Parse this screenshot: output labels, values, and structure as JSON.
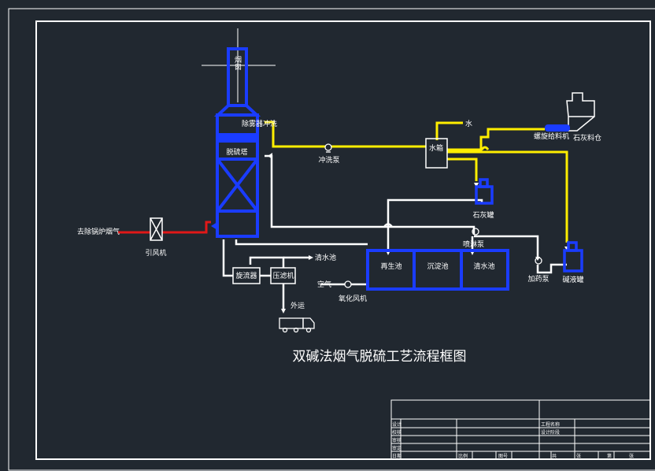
{
  "colors": {
    "background": "#212830",
    "frame": "#ffffff",
    "equipment": "#1a3cff",
    "water_line": "#ffee00",
    "flue_line": "#e01818",
    "slurry_line": "#ffffff"
  },
  "title": "双碱法烟气脱硫工艺流程框图",
  "labels": {
    "chimney": "烟囱",
    "demister_wash": "除雾器冲洗",
    "desulfurization_tower": "脱硫塔",
    "wash_pump": "冲洗泵",
    "water": "水",
    "water_tank": "水箱",
    "screw_feeder": "螺旋给料机",
    "lime_silo": "石灰料仓",
    "lime_tank": "石灰罐",
    "spray_pump": "喷淋泵",
    "boiler_flue_gas": "去除锅炉烟气",
    "induced_fan": "引风机",
    "clear_water_pool_note": "清水池",
    "regeneration_pool": "再生池",
    "sedimentation_pool": "沉淀池",
    "clear_pool": "清水池",
    "dosing_pump": "加药泵",
    "alkali_tank": "碱液罐",
    "cyclone": "旋流器",
    "filter_press": "压滤机",
    "air": "空气",
    "oxidation_fan": "氧化风机",
    "transport_out": "外运"
  },
  "title_block": {
    "r1": "设计",
    "r2": "校核",
    "r3": "审核",
    "r4": "审定",
    "r5": "日期",
    "c1": "工程名称",
    "c2": "设计阶段",
    "b1": "比例",
    "b2": "图号",
    "s1": "共",
    "s2": "张",
    "s3": "第",
    "s4": "张"
  }
}
